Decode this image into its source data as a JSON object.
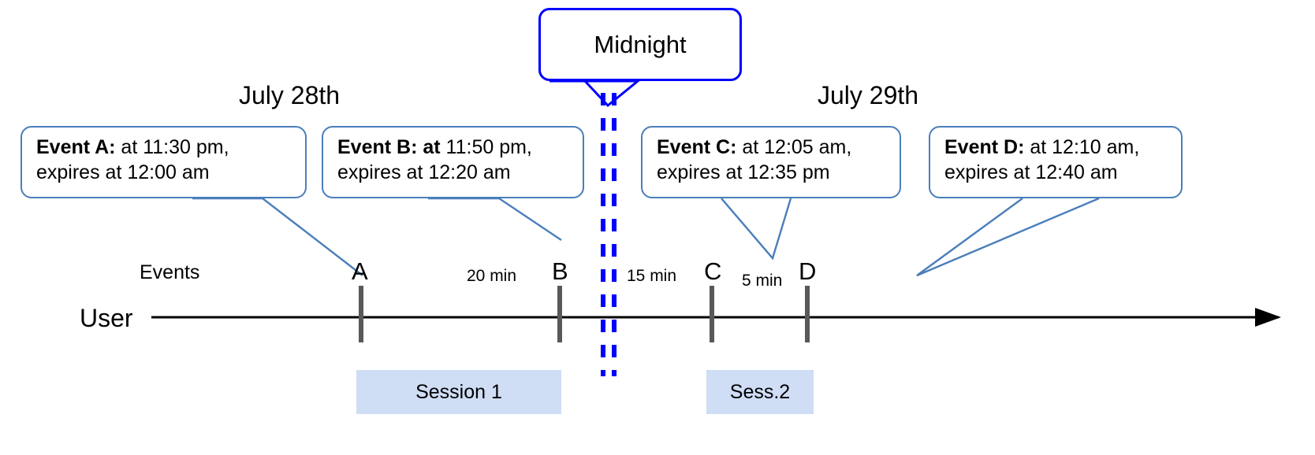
{
  "diagram": {
    "title_box": {
      "label": "Midnight"
    },
    "dates": [
      {
        "label": "July 28th"
      },
      {
        "label": "July 29th"
      }
    ],
    "axis": {
      "row_label": "User",
      "events_label": "Events"
    },
    "callouts": [
      {
        "id": "A",
        "bold": "Event A:",
        "rest": " at 11:30 pm,",
        "line2": "expires at 12:00 am"
      },
      {
        "id": "B",
        "bold": "Event B: at",
        "rest": " 11:50 pm,",
        "line2": "expires at 12:20 am"
      },
      {
        "id": "C",
        "bold": "Event C:",
        "rest": " at 12:05 am,",
        "line2": "expires at 12:35 pm"
      },
      {
        "id": "D",
        "bold": "Event D:",
        "rest": "  at 12:10 am,",
        "line2": "expires at 12:40 am"
      }
    ],
    "ticks": [
      {
        "label": "A"
      },
      {
        "label": "B"
      },
      {
        "label": "C"
      },
      {
        "label": "D"
      }
    ],
    "durations": [
      {
        "label": "20 min"
      },
      {
        "label": "15 min"
      },
      {
        "label": "5 min"
      }
    ],
    "sessions": [
      {
        "label": "Session 1"
      },
      {
        "label": "Sess.2"
      }
    ],
    "colors": {
      "callout_border": "#4a7ebb",
      "midnight_blue": "#0000ff",
      "session_fill": "#cfddf5",
      "tick": "#595959",
      "axis": "#000000"
    }
  }
}
